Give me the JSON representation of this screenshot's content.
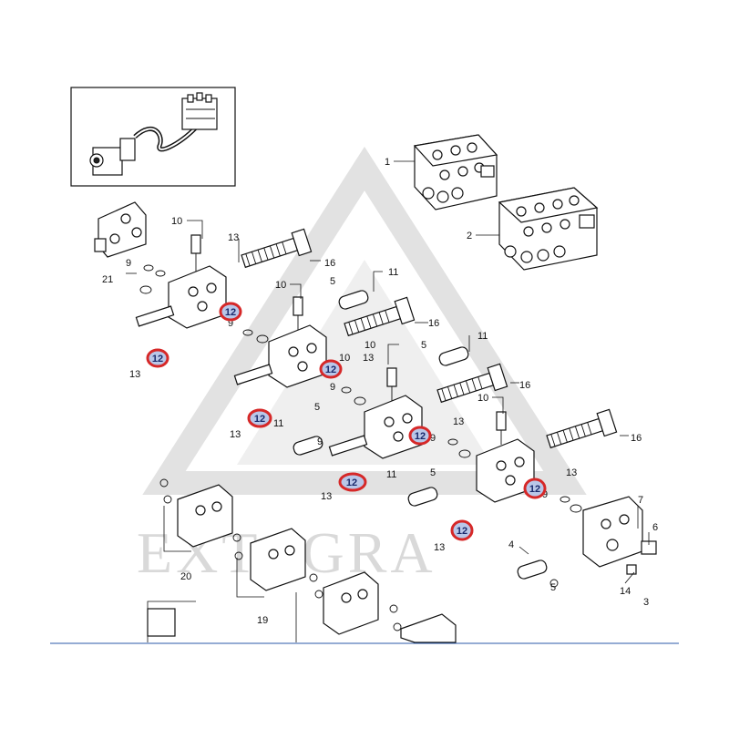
{
  "watermark": {
    "text": "EXTAGRA"
  },
  "highlight": {
    "part_number": "12",
    "ring_color": "#d62828",
    "fill_color": "#b9c7e8"
  },
  "inset": {
    "description": "pump-hose-valve overview"
  },
  "part_labels": {
    "p1": "1",
    "p2": "2",
    "p3": "3",
    "p4": "4",
    "p5": "5",
    "p6": "6",
    "p7": "7",
    "p9": "9",
    "p10": "10",
    "p11": "11",
    "p13": "13",
    "p14": "14",
    "p16": "16",
    "p19": "19",
    "p20": "20",
    "p21": "21"
  },
  "colors": {
    "line": "#111111",
    "watermark": "#d9d9d9",
    "rule": "#2b5aa8"
  }
}
